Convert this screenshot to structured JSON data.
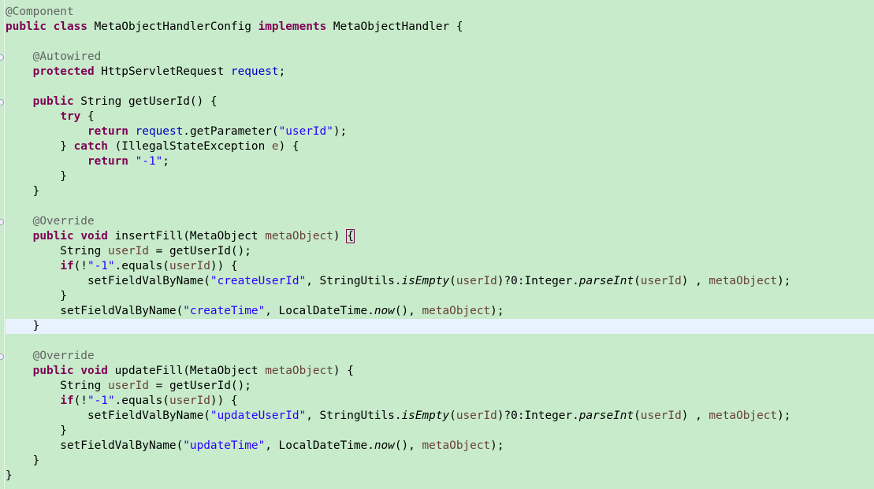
{
  "editor": {
    "background": "#c7ebcb",
    "current_line_background": "#e8f2fe",
    "current_line_index": 21,
    "fold_markers_at_lines": [
      3,
      6,
      14,
      23
    ],
    "lines": [
      "@Component",
      "public class MetaObjectHandlerConfig implements MetaObjectHandler {",
      "",
      "    @Autowired",
      "    protected HttpServletRequest request;",
      "",
      "    public String getUserId() {",
      "        try {",
      "            return request.getParameter(\"userId\");",
      "        } catch (IllegalStateException e) {",
      "            return \"-1\";",
      "        }",
      "    }",
      "",
      "    @Override",
      "    public void insertFill(MetaObject metaObject) {",
      "        String userId = getUserId();",
      "        if(!\"-1\".equals(userId)) {",
      "            setFieldValByName(\"createUserId\", StringUtils.isEmpty(userId)?0:Integer.parseInt(userId) , metaObject);",
      "        }",
      "        setFieldValByName(\"createTime\", LocalDateTime.now(), metaObject);",
      "    }",
      "",
      "    @Override",
      "    public void updateFill(MetaObject metaObject) {",
      "        String userId = getUserId();",
      "        if(!\"-1\".equals(userId)) {",
      "            setFieldValByName(\"updateUserId\", StringUtils.isEmpty(userId)?0:Integer.parseInt(userId) , metaObject);",
      "        }",
      "        setFieldValByName(\"updateTime\", LocalDateTime.now(), metaObject);",
      "    }",
      "}"
    ]
  }
}
